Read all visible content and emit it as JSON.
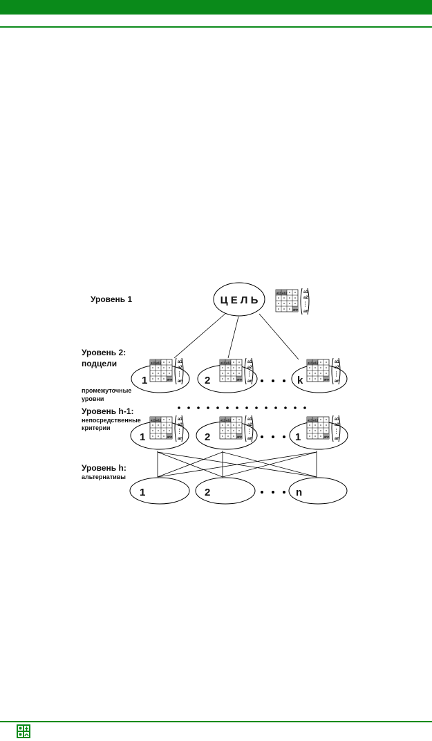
{
  "header": {
    "bar_color": "#0a8a1a"
  },
  "levels": {
    "level1": "Уровень 1",
    "level2": "Уровень 2:",
    "level2_sub": "подцели",
    "intermediate_1": "промежуточные",
    "intermediate_2": "уровни",
    "level_h1": "Уровень h-1:",
    "level_h1_sub_1": "непосредственные",
    "level_h1_sub_2": "критерии",
    "level_h": "Уровень h:",
    "level_h_sub": "альтернативы"
  },
  "nodes": {
    "goal": "Ц Е Л Ь",
    "l2_first": "1",
    "l2_second": "2",
    "l2_last": "k",
    "lh1_first": "1",
    "lh1_second": "2",
    "lh1_last": "1",
    "alt_first": "1",
    "alt_second": "2",
    "alt_last": "n"
  },
  "matrix": {
    "a11": "a11",
    "a12": "a12",
    "ann": "ann",
    "cell": "-",
    "vec_1": "a1",
    "vec_2": "a2",
    "vec_n": "an"
  }
}
